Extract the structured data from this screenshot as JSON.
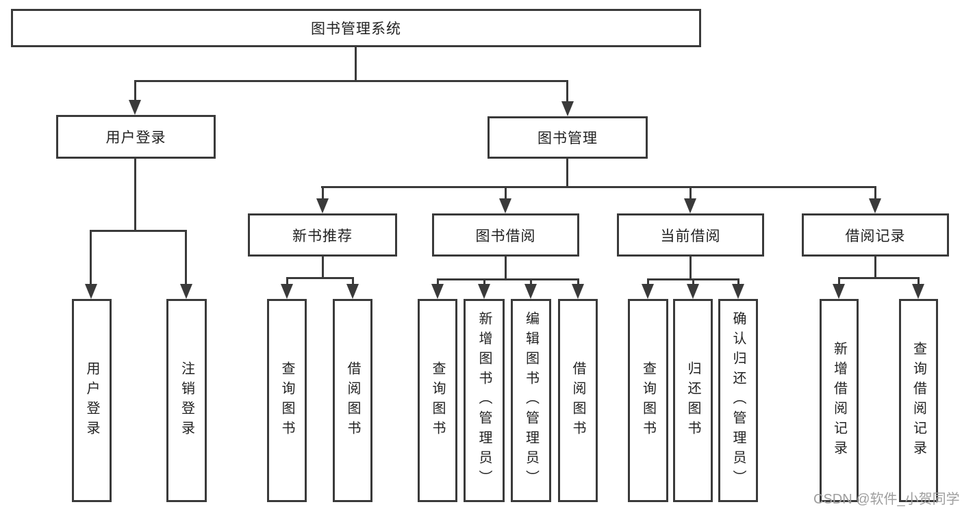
{
  "tree": {
    "label": "图书管理系统",
    "children": [
      {
        "label": "用户登录",
        "children": [
          {
            "label": "用户登录"
          },
          {
            "label": "注销登录"
          }
        ]
      },
      {
        "label": "图书管理",
        "children": [
          {
            "label": "新书推荐",
            "children": [
              {
                "label": "查询图书"
              },
              {
                "label": "借阅图书"
              }
            ]
          },
          {
            "label": "图书借阅",
            "children": [
              {
                "label": "查询图书"
              },
              {
                "label": "新增图书（管理员）"
              },
              {
                "label": "编辑图书（管理员）"
              },
              {
                "label": "借阅图书"
              }
            ]
          },
          {
            "label": "当前借阅",
            "children": [
              {
                "label": "查询图书"
              },
              {
                "label": "归还图书"
              },
              {
                "label": "确认归还（管理员）"
              }
            ]
          },
          {
            "label": "借阅记录",
            "children": [
              {
                "label": "新增借阅记录"
              },
              {
                "label": "查询借阅记录"
              }
            ]
          }
        ]
      }
    ]
  },
  "watermark": "CSDN @软件_小贺同学",
  "colors": {
    "line": "#3a3a3a",
    "box_border": "#3a3a3a",
    "text": "#222222",
    "watermark": "#9e9e9e",
    "background": "#ffffff"
  }
}
